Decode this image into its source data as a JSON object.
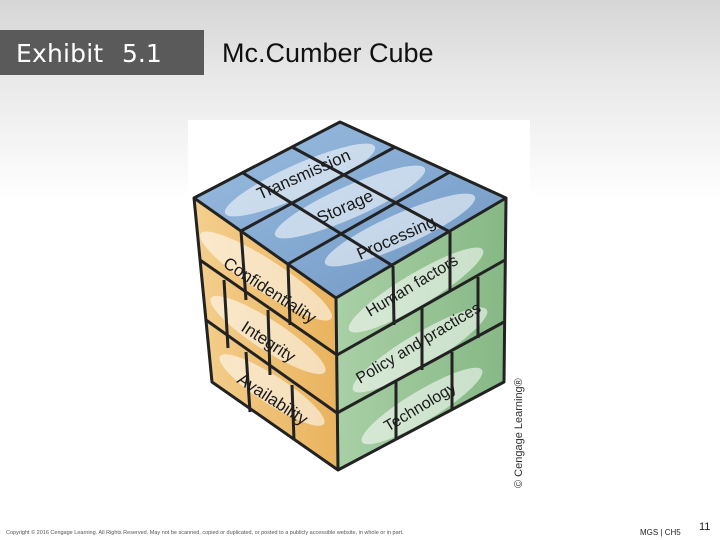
{
  "header": {
    "exhibit_label": "Exhibit",
    "exhibit_number": "5.1",
    "title": "Mc.Cumber Cube"
  },
  "cube": {
    "top_face": [
      "Transmission",
      "Storage",
      "Processing"
    ],
    "left_face": [
      "Confidentiality",
      "Integrity",
      "Availability"
    ],
    "right_face": [
      "Human factors",
      "Policy and practices",
      "Technology"
    ],
    "credit": "© Cengage Learning®",
    "colors": {
      "top": "#7fa6cf",
      "left": "#f0c27a",
      "right": "#9cc59b",
      "grid": "#222222"
    }
  },
  "footer": {
    "copyright": "Copyright © 2016 Cengage Learning. All Rights Reserved. May not be scanned, copied or duplicated, or posted to a publicly accessible website, in whole or in part.",
    "course": "MGS | CH5",
    "page_number": "11"
  }
}
